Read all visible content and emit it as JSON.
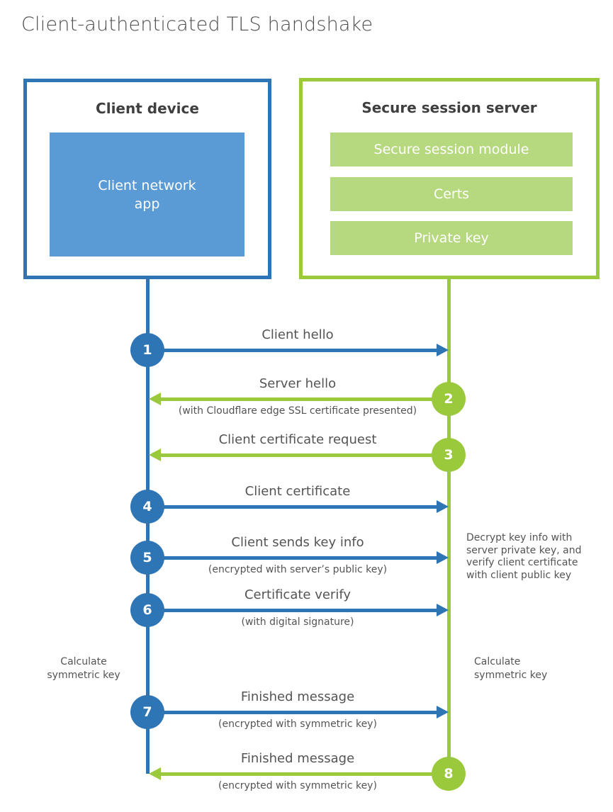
{
  "title": "Client-authenticated TLS handshake",
  "colors": {
    "blue": "#2E75B6",
    "blue_fill": "#5B9BD5",
    "green": "#9ACA3C",
    "green_fill": "#B6D87E",
    "text_dark": "#3f3f3f",
    "text_gray": "#545454"
  },
  "client": {
    "title": "Client device",
    "app_label": "Client network app"
  },
  "server": {
    "title": "Secure session server",
    "modules": [
      "Secure session module",
      "Certs",
      "Private key"
    ]
  },
  "steps": [
    {
      "num": "1",
      "from": "client",
      "to": "server",
      "label": "Client hello",
      "sublabel": ""
    },
    {
      "num": "2",
      "from": "server",
      "to": "client",
      "label": "Server hello",
      "sublabel": "(with Cloudflare edge SSL certificate presented)"
    },
    {
      "num": "3",
      "from": "server",
      "to": "client",
      "label": "Client certificate request",
      "sublabel": ""
    },
    {
      "num": "4",
      "from": "client",
      "to": "server",
      "label": "Client certificate",
      "sublabel": ""
    },
    {
      "num": "5",
      "from": "client",
      "to": "server",
      "label": "Client sends key info",
      "sublabel": "(encrypted with server’s public key)"
    },
    {
      "num": "6",
      "from": "client",
      "to": "server",
      "label": "Certificate verify",
      "sublabel": "(with digital signature)"
    },
    {
      "num": "7",
      "from": "client",
      "to": "server",
      "label": "Finished message",
      "sublabel": "(encrypted with symmetric key)"
    },
    {
      "num": "8",
      "from": "server",
      "to": "client",
      "label": "Finished message",
      "sublabel": "(encrypted with symmetric key)"
    }
  ],
  "notes": {
    "decrypt": "Decrypt key info with server private key, and verify client certificate with client public key",
    "calc_left": "Calculate symmetric key",
    "calc_right": "Calculate symmetric key"
  }
}
